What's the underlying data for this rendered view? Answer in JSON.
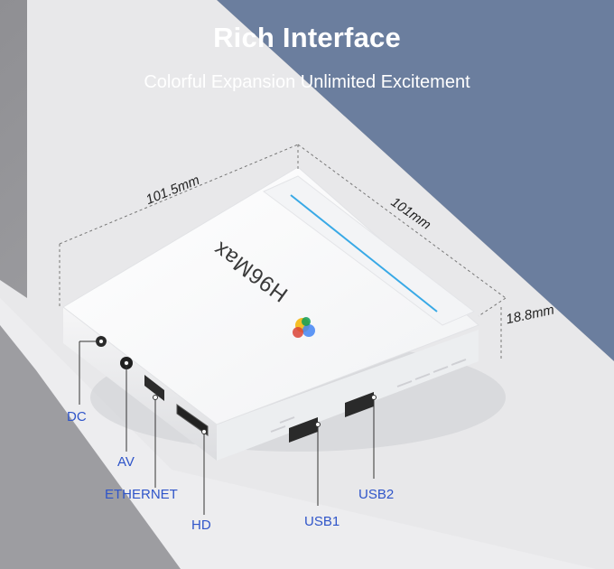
{
  "header": {
    "title": "Rich Interface",
    "subtitle": "Colorful Expansion Unlimited Excitement"
  },
  "device": {
    "brand": "H96Max"
  },
  "dimensions": {
    "width": "101.5mm",
    "depth": "101mm",
    "height": "18.8mm"
  },
  "ports": {
    "dc": "DC",
    "av": "AV",
    "ethernet": "ETHERNET",
    "hd": "HD",
    "usb1": "USB1",
    "usb2": "USB2"
  },
  "colors": {
    "background_blue": "#6b7e9e",
    "background_gray": "#a3a3a6",
    "floor": "#e7e7e9",
    "label_blue": "#2f55c9",
    "accent_line": "#38a9e6",
    "text_white": "#ffffff"
  }
}
